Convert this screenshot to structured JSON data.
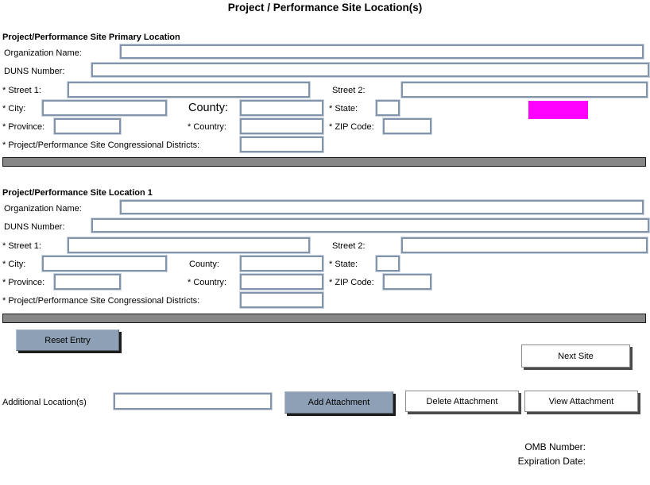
{
  "title": "Project / Performance Site Location(s)",
  "colors": {
    "highlight_magenta": "#ff00ff",
    "button_steel_blue": "#8da0b5",
    "divider_gray": "#878787",
    "input_border": "#8294ab"
  },
  "sections": [
    {
      "header": "Project/Performance Site Primary Location",
      "fields": {
        "organization_name": "Organization Name:",
        "duns_number": "DUNS Number:",
        "street1": "* Street 1:",
        "street2": "Street 2:",
        "city": "* City:",
        "county": "County:",
        "state": "* State:",
        "province": "* Province:",
        "country": "* Country:",
        "zip": "* ZIP Code:",
        "congressional": "* Project/Performance Site Congressional Districts:"
      }
    },
    {
      "header": "Project/Performance Site Location 1",
      "fields": {
        "organization_name": "Organization Name:",
        "duns_number": "DUNS Number:",
        "street1": "* Street 1:",
        "street2": "Street 2:",
        "city": "* City:",
        "county": "County:",
        "state": "* State:",
        "province": "* Province:",
        "country": "* Country:",
        "zip": "* ZIP Code:",
        "congressional": "* Project/Performance Site Congressional Districts:"
      }
    }
  ],
  "buttons": {
    "reset_entry": "Reset Entry",
    "next_site": "Next Site",
    "add_attachment": "Add Attachment",
    "delete_attachment": "Delete Attachment",
    "view_attachment": "View Attachment"
  },
  "additional_locations_label": "Additional Location(s)",
  "footer": {
    "omb_number_label": "OMB Number:",
    "expiration_date_label": "Expiration Date:"
  }
}
